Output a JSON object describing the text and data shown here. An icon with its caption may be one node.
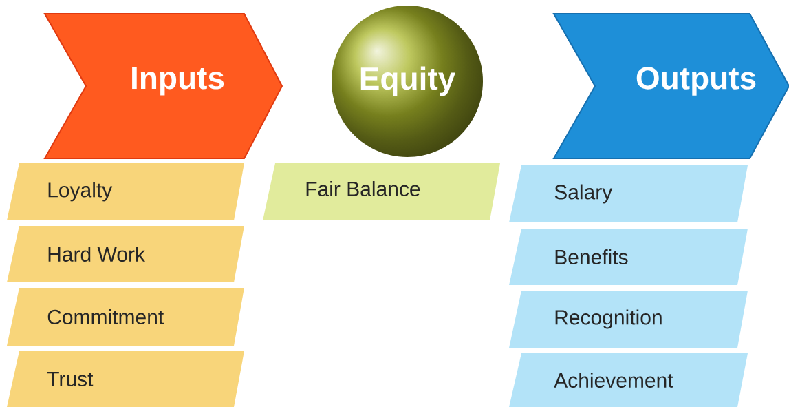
{
  "diagram": {
    "nodes": [
      {
        "text": [
          "Inputs"
        ]
      },
      {
        "text": [
          "Equity"
        ]
      },
      {
        "text": [
          "Outputs"
        ]
      },
      {
        "text": [
          "Loyalty"
        ]
      },
      {
        "text": [
          "Hard Work"
        ]
      },
      {
        "text": [
          "Commitment"
        ]
      },
      {
        "text": [
          "Trust"
        ]
      },
      {
        "text": [
          "Fair Balance"
        ]
      },
      {
        "text": [
          "Salary"
        ]
      },
      {
        "text": [
          "Benefits"
        ]
      },
      {
        "text": [
          "Recognition"
        ]
      },
      {
        "text": [
          "Achievement"
        ]
      }
    ]
  }
}
